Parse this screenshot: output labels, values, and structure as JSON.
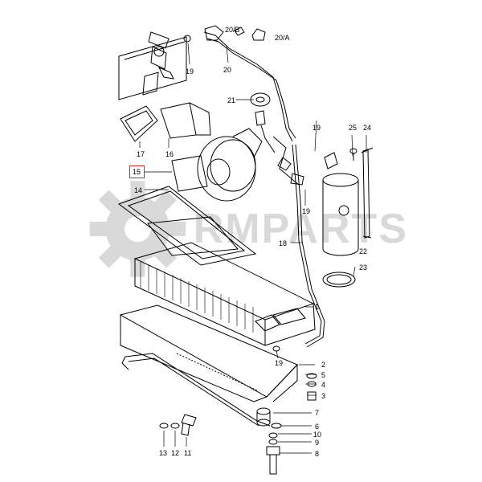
{
  "watermark": {
    "text": "RMPARTS",
    "color": "#d9d9d9",
    "icon": "gear-icon"
  },
  "highlight": {
    "part": "15",
    "color": "#d32020"
  },
  "callouts": [
    {
      "id": "c19a",
      "text": "19"
    },
    {
      "id": "c20",
      "text": "20"
    },
    {
      "id": "c20b",
      "text": "20/B"
    },
    {
      "id": "c20a",
      "text": "20/A"
    },
    {
      "id": "c21",
      "text": "21"
    },
    {
      "id": "c17",
      "text": "17"
    },
    {
      "id": "c16",
      "text": "16"
    },
    {
      "id": "c15",
      "text": "15"
    },
    {
      "id": "c14",
      "text": "14"
    },
    {
      "id": "c19b",
      "text": "19"
    },
    {
      "id": "c25",
      "text": "25"
    },
    {
      "id": "c24",
      "text": "24"
    },
    {
      "id": "c19c",
      "text": "19"
    },
    {
      "id": "c18",
      "text": "18"
    },
    {
      "id": "c22",
      "text": "22"
    },
    {
      "id": "c23",
      "text": "23"
    },
    {
      "id": "c1",
      "text": "1"
    },
    {
      "id": "c19d",
      "text": "19"
    },
    {
      "id": "c2",
      "text": "2"
    },
    {
      "id": "c5",
      "text": "5"
    },
    {
      "id": "c4",
      "text": "4"
    },
    {
      "id": "c3",
      "text": "3"
    },
    {
      "id": "c7",
      "text": "7"
    },
    {
      "id": "c6",
      "text": "6"
    },
    {
      "id": "c10",
      "text": "10"
    },
    {
      "id": "c9",
      "text": "9"
    },
    {
      "id": "c8",
      "text": "8"
    },
    {
      "id": "c13",
      "text": "13"
    },
    {
      "id": "c12",
      "text": "12"
    },
    {
      "id": "c11",
      "text": "11"
    }
  ]
}
